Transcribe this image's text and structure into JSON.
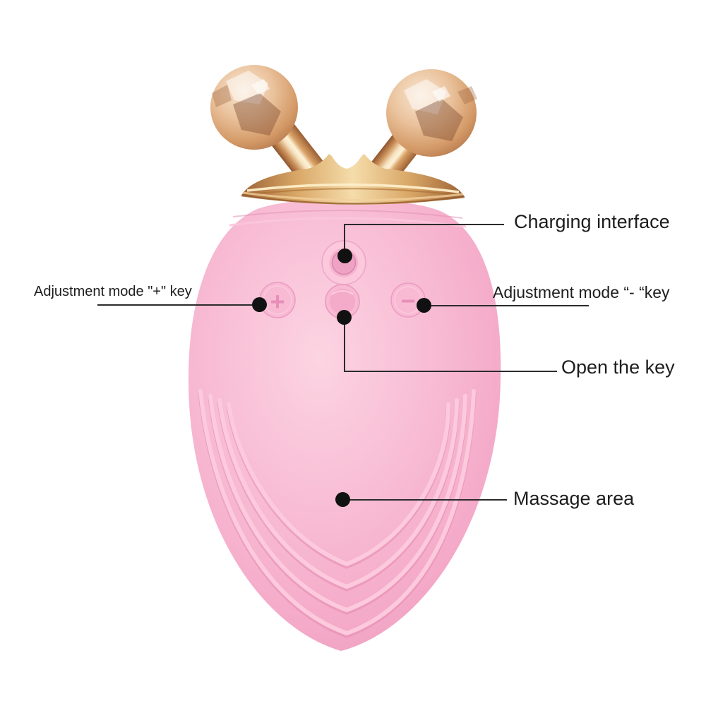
{
  "image": {
    "type": "product annotation diagram",
    "background": "#ffffff"
  },
  "device": {
    "name": "3D roller facial massager",
    "colors": {
      "body_pink": "#f6aecb",
      "body_highlight": "#fcd4e2",
      "rose_gold": "#d9a05f",
      "callout_line": "#2b2b2b",
      "label_text": "#1d1d1d"
    },
    "button_glyphs": {
      "plus": "+",
      "minus": "−"
    }
  },
  "callouts": {
    "charging": {
      "label": "Charging interface"
    },
    "plus_key": {
      "label": "Adjustment mode \"+\" key"
    },
    "minus_key": {
      "label": "Adjustment mode “- “key"
    },
    "open_key": {
      "label": "Open the key"
    },
    "massage": {
      "label": "Massage area"
    }
  }
}
